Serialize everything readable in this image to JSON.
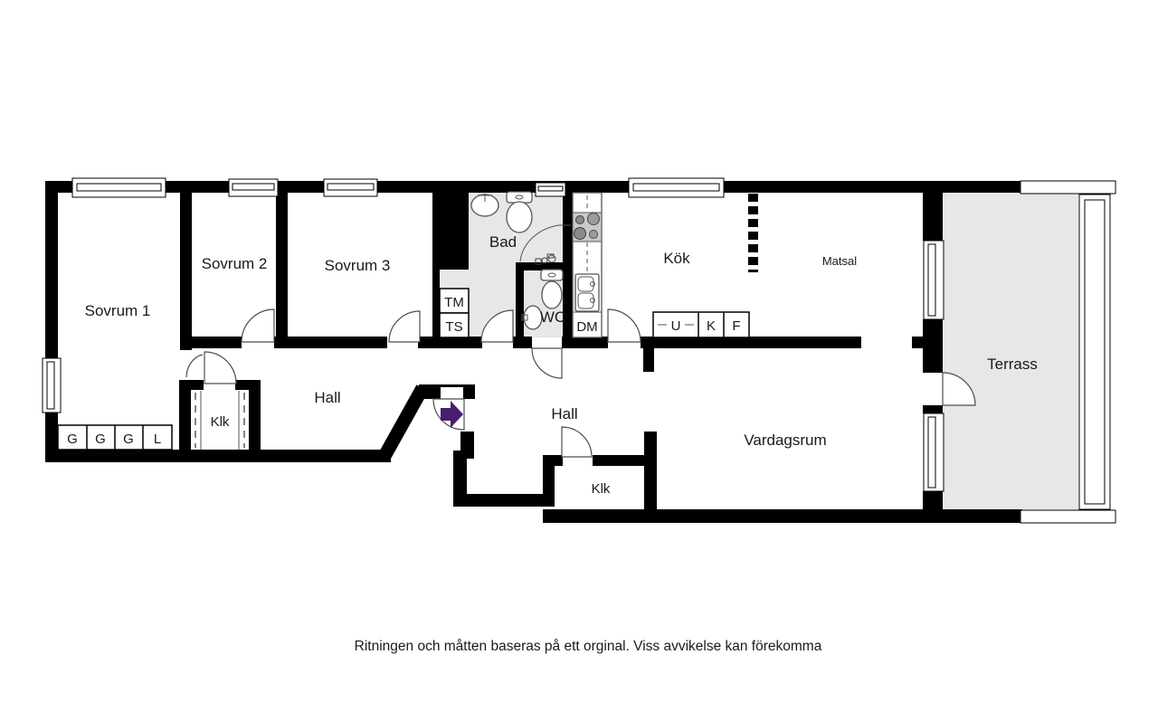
{
  "colors": {
    "wall": "#000000",
    "bath_floor": "#e7e7e7",
    "terrace_floor": "#e7e7e7",
    "stove": "#c9c9c9",
    "entry_arrow": "#4a1d6e",
    "door_stroke": "#4d4d4d"
  },
  "rooms": {
    "sovrum1": "Sovrum 1",
    "sovrum2": "Sovrum 2",
    "sovrum3": "Sovrum 3",
    "bad": "Bad",
    "wc": "WC",
    "kok": "Kök",
    "matsal": "Matsal",
    "terrass": "Terrass",
    "hall_left": "Hall",
    "hall_right": "Hall",
    "klk_left": "Klk",
    "klk_right": "Klk",
    "vardagsrum": "Vardagsrum"
  },
  "fixtures": {
    "tm": "TM",
    "ts": "TS",
    "dm": "DM",
    "u": "U",
    "k": "K",
    "f": "F",
    "g1": "G",
    "g2": "G",
    "g3": "G",
    "l": "L"
  },
  "footer": {
    "disclaimer": "Ritningen och måtten baseras på ett orginal. Viss avvikelse kan förekomma"
  }
}
